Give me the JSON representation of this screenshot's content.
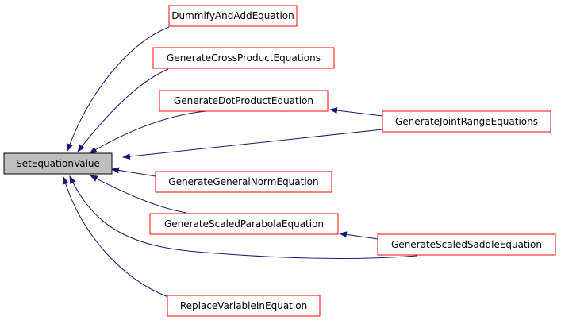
{
  "colors": {
    "edge": "#191970",
    "node_border": "#ff0000",
    "root_fill": "#bfbfbf",
    "root_border": "#000000",
    "node_fill": "#ffffff"
  },
  "nodes": {
    "root": "SetEquationValue",
    "n1": "DummifyAndAddEquation",
    "n2": "GenerateCrossProductEquations",
    "n3": "GenerateDotProductEquation",
    "n4": "GenerateJointRangeEquations",
    "n5": "GenerateGeneralNormEquation",
    "n6": "GenerateScaledParabolaEquation",
    "n7": "GenerateScaledSaddleEquation",
    "n8": "ReplaceVariableInEquation"
  }
}
